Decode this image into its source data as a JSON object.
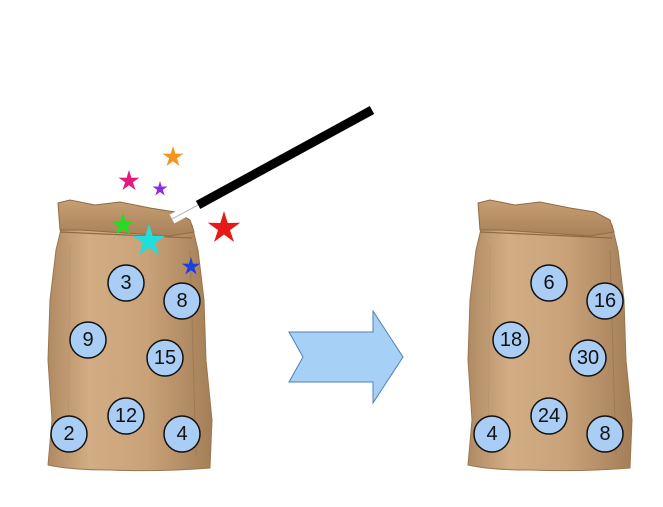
{
  "left_bag": {
    "numbers": [
      "3",
      "8",
      "9",
      "15",
      "2",
      "12",
      "4"
    ]
  },
  "right_bag": {
    "numbers": [
      "6",
      "16",
      "18",
      "30",
      "4",
      "24",
      "8"
    ]
  },
  "colors": {
    "bag": "#c8a27a",
    "bag_dark": "#a9835c",
    "bag_light": "#dcbc96",
    "circle_fill": "#a9cdf4",
    "arrow_fill": "#a7d0f7",
    "wand": "#000000"
  },
  "icons": [
    "magic-wand-icon",
    "sparkle-star-icon",
    "right-arrow-icon"
  ]
}
